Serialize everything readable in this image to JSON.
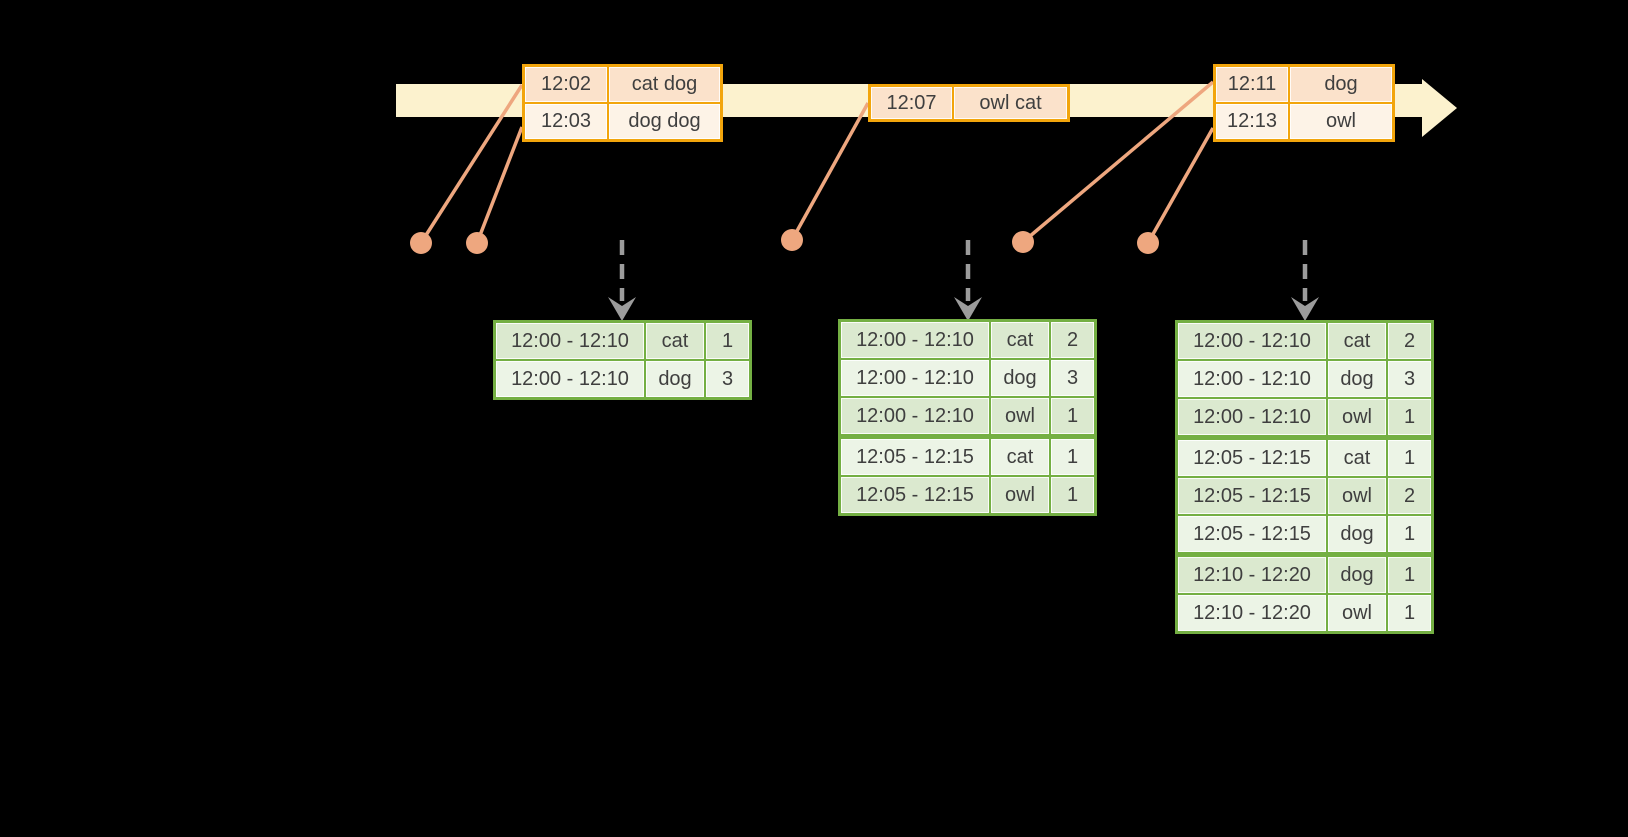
{
  "diagram_title": "windowed-grouped-aggregation-stream",
  "colors": {
    "background": "#000000",
    "timeline_fill": "#FCF2CE",
    "orange_border": "#F2A50C",
    "peach_dark": "#FBE2CB",
    "peach_light": "#FDF3E7",
    "green_border": "#74AF43",
    "green_dark": "#DBE9CF",
    "green_light": "#ECF4E6",
    "dot_salmon": "#EEA77F",
    "arrow_gray": "#9C9C9C",
    "text": "#3F3F3F"
  },
  "event_tables": [
    {
      "name": "event-batch-1",
      "rows": [
        [
          "12:02",
          "cat dog"
        ],
        [
          "12:03",
          "dog dog"
        ]
      ]
    },
    {
      "name": "event-batch-2",
      "rows": [
        [
          "12:07",
          "owl cat"
        ]
      ]
    },
    {
      "name": "event-batch-3",
      "rows": [
        [
          "12:11",
          "dog"
        ],
        [
          "12:13",
          "owl"
        ]
      ]
    }
  ],
  "result_tables": [
    {
      "name": "result-table-1",
      "groups": [
        2
      ],
      "rows": [
        [
          "12:00 - 12:10",
          "cat",
          "1"
        ],
        [
          "12:00 - 12:10",
          "dog",
          "3"
        ]
      ]
    },
    {
      "name": "result-table-2",
      "groups": [
        3,
        2
      ],
      "rows": [
        [
          "12:00 - 12:10",
          "cat",
          "2"
        ],
        [
          "12:00 - 12:10",
          "dog",
          "3"
        ],
        [
          "12:00 - 12:10",
          "owl",
          "1"
        ],
        [
          "12:05 - 12:15",
          "cat",
          "1"
        ],
        [
          "12:05 - 12:15",
          "owl",
          "1"
        ]
      ]
    },
    {
      "name": "result-table-3",
      "groups": [
        3,
        3,
        2
      ],
      "rows": [
        [
          "12:00 - 12:10",
          "cat",
          "2"
        ],
        [
          "12:00 - 12:10",
          "dog",
          "3"
        ],
        [
          "12:00 - 12:10",
          "owl",
          "1"
        ],
        [
          "12:05 - 12:15",
          "cat",
          "1"
        ],
        [
          "12:05 - 12:15",
          "owl",
          "2"
        ],
        [
          "12:05 - 12:15",
          "dog",
          "1"
        ],
        [
          "12:10 - 12:20",
          "dog",
          "1"
        ],
        [
          "12:10 - 12:20",
          "owl",
          "1"
        ]
      ]
    }
  ]
}
